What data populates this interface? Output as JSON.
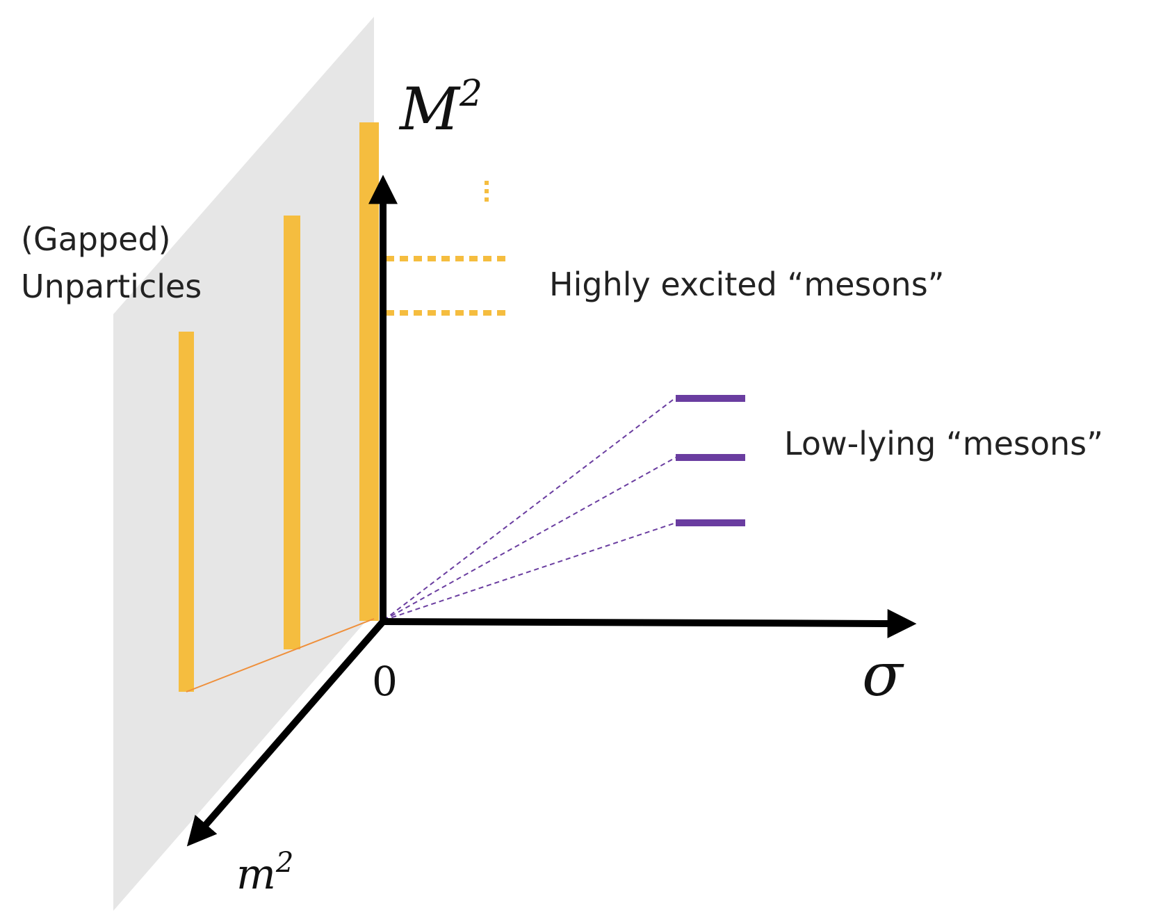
{
  "labels": {
    "unparticles_line1": "(Gapped)",
    "unparticles_line2": "Unparticles",
    "highly_excited": "Highly excited “mesons”",
    "low_lying": "Low-lying “mesons”"
  },
  "axes": {
    "vertical_base": "M",
    "vertical_exponent": "2",
    "horizontal": "σ",
    "depth_base": "m",
    "depth_exponent": "2",
    "origin": "0"
  },
  "colors": {
    "plane": "#e6e6e6",
    "unparticle_bar": "#f5bd3f",
    "meson_line": "#6a3da0",
    "axis": "#000000",
    "envelope_line": "#ef8f3a"
  }
}
